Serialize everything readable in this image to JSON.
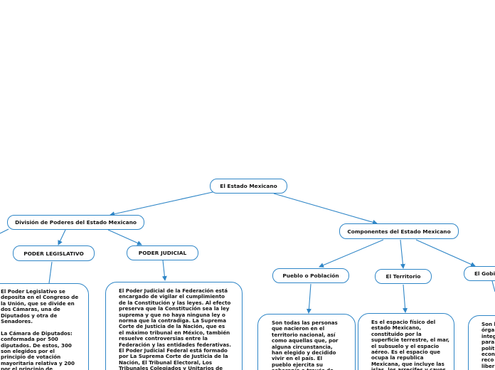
{
  "diagram": {
    "nodes": {
      "root": "El Estado Mexicano",
      "division": "División de Poderes del Estado Mexicano",
      "legislativo": "PODER LEGISLATIVO",
      "judicial": "PODER JUDICIAL",
      "componentes": "Componentes del Estado Mexicano",
      "pueblo": "Pueblo o Población",
      "territorio": "El Territorio",
      "gobierno": "El Gobie"
    },
    "texts": {
      "legislativo": "El Poder Legislativo se\ndeposita en el Congreso de\nla Unión, que se divide en\ndos Cámaras, una de\nDiputados y otra de\nSenadores.\n\nLa Cámara de Diputados:\nconformada por 500\ndiputados. De estos, 300\nson elegidos por el\nprincipio de votación\nmayoritaria relativa y 200\npor el principio de",
      "judicial": "El Poder Judicial de la Federación está\nencargado de vigilar el cumplimiento\nde la Constitución y las leyes. Al efecto\npreserva que la Constitución sea la ley\nsuprema y que no haya ninguna ley o\nnorma que la contradiga. La Suprema\nCorte de Justicia de la Nación, que es\nel máximo tribunal en México, también\nresuelve controversias entre la\nFederación y las entidades federativas.\nEl Poder Judicial Federal está formado\npor La Suprema Corte de Justicia de la\nNación, El Tribunal Electoral, Los\nTribunales Colegiados y Unitarios de",
      "pueblo": "Son todas las personas\nque nacieron en el\nterritorio nacional, así\ncomo aquellas que, por\nalguna circunstancia,\nhan elegido y decidido\nvivir en el país. El\npueblo ejercita su\nsoberanía a través de",
      "territorio": "Es el espacio físico del\nestado Mexicano,\nconstituido por la\nsuperficie terrestre, el mar,\nel subsuelo y el espacio\naéreo. Es el espacio que\nocupa la republica\nMexicana, que incluye las\nislas, los arrecifes y cayos",
      "gobierno": "Son l\nórga\ninteg\npara\npolít\necon\nreco\nliber"
    }
  }
}
